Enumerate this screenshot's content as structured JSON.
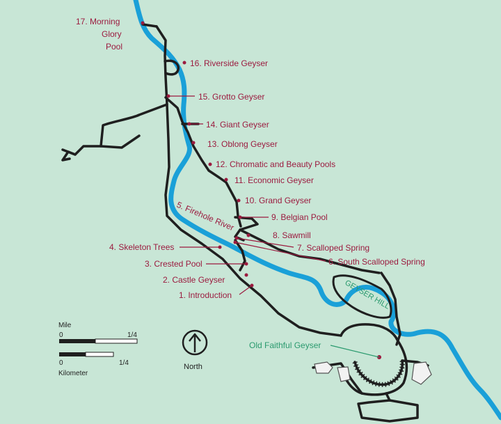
{
  "colors": {
    "background": "#c8e6d6",
    "trail": "#1f1f1f",
    "river": "#1aa0d8",
    "label": "#9b1b3f",
    "geyser_hill": "#2a9a6e",
    "old_faithful": "#2a9a6e"
  },
  "labels": {
    "morning_glory": [
      "17. Morning",
      "Glory",
      "Pool"
    ],
    "riverside": "16. Riverside Geyser",
    "grotto": "15. Grotto Geyser",
    "giant": "14. Giant Geyser",
    "oblong": "13. Oblong Geyser",
    "chromatic": "12. Chromatic and Beauty Pools",
    "economic": "11. Economic Geyser",
    "grand": "10. Grand Geyser",
    "belgian": "9. Belgian Pool",
    "river": "5. Firehole River",
    "sawmill": "8. Sawmill",
    "scalloped": "7. Scalloped Spring",
    "south_scalloped": "6. South Scalloped Spring",
    "skeleton": "4. Skeleton Trees",
    "crested": "3. Crested Pool",
    "castle": "2. Castle Geyser",
    "intro": "1. Introduction",
    "geyser_hill": "GEYSER HILL",
    "old_faithful": "Old Faithful Geyser"
  },
  "scale": {
    "mile_label": "Mile",
    "mile_start": "0",
    "mile_end": "1/4",
    "km_start": "0",
    "km_end": "1/4",
    "km_label": "Kilometer"
  },
  "compass": {
    "label": "North"
  },
  "icons": {
    "compass": "north-arrow-icon"
  }
}
